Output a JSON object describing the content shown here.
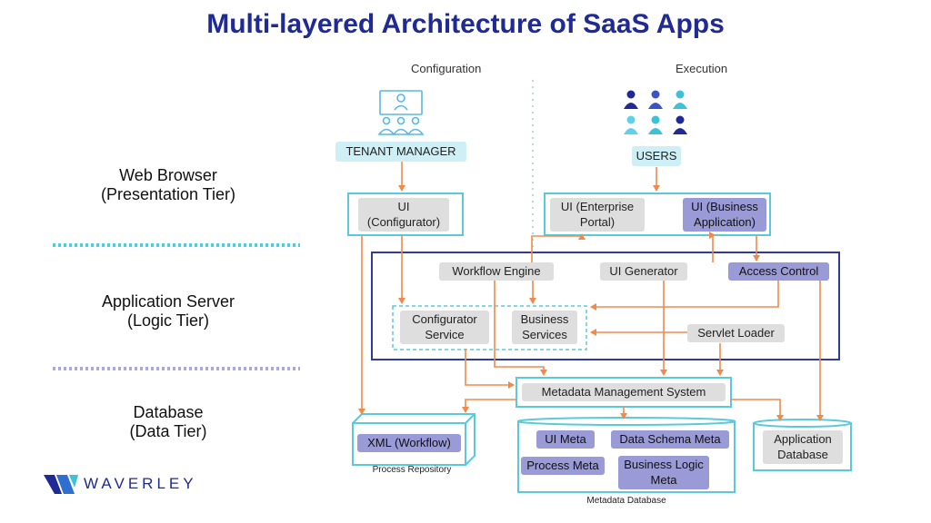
{
  "title": "Multi-layered Architecture of SaaS Apps",
  "columns": {
    "configuration": "Configuration",
    "execution": "Execution"
  },
  "tiers": {
    "presentation": [
      "Web Browser",
      "(Presentation Tier)"
    ],
    "logic": [
      "Application Server",
      "(Logic Tier)"
    ],
    "data": [
      "Database",
      "(Data Tier)"
    ]
  },
  "nodes": {
    "tenant_manager": "TENANT MANAGER",
    "users": "USERS",
    "ui_configurator": [
      "UI",
      "(Configurator)"
    ],
    "ui_enterprise": [
      "UI (Enterprise",
      "Portal)"
    ],
    "ui_business": [
      "UI (Business",
      "Application)"
    ],
    "workflow_engine": "Workflow Engine",
    "ui_generator": "UI Generator",
    "access_control": "Access Control",
    "configurator_service": [
      "Configurator",
      "Service"
    ],
    "business_services": [
      "Business",
      "Services"
    ],
    "servlet_loader": "Servlet Loader",
    "metadata_mgmt": "Metadata Management System",
    "xml_workflow": "XML (Workflow)",
    "ui_meta": "UI Meta",
    "data_schema_meta": "Data Schema Meta",
    "process_meta": "Process Meta",
    "business_logic_meta": [
      "Business Logic",
      "Meta"
    ],
    "application_database": [
      "Application",
      "Database"
    ]
  },
  "captions": {
    "process_repository": "Process Repository",
    "metadata_database": "Metadata Database"
  },
  "logo": {
    "text": "WAVERLEY"
  },
  "colors": {
    "title": "#1f2a94",
    "arrow": "#f08a4b",
    "cyan": "#5bc8dc",
    "navy_border": "#2f3b9c",
    "purple": "#9a9ad6"
  },
  "icons": {
    "tenant": "group-presentation-icon",
    "users": "users-grid-icon",
    "logo": "waverley-logo-icon"
  }
}
